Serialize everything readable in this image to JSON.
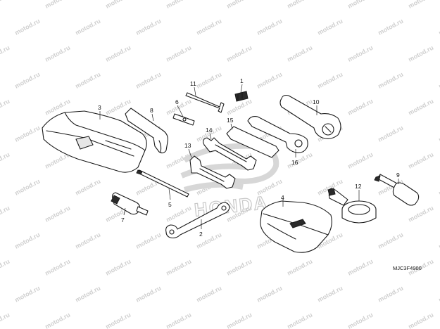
{
  "diagram": {
    "watermark_text": "motod.ru",
    "logo_text": "HONDA",
    "drawing_code": "MJC3F4900",
    "callouts": {
      "p1": "1",
      "p2": "2",
      "p3": "3",
      "p4": "4",
      "p5": "5",
      "p6": "6",
      "p7": "7",
      "p8": "8",
      "p9": "9",
      "p10": "10",
      "p11": "11",
      "p12": "12",
      "p13": "13",
      "p14": "14",
      "p15": "15",
      "p16": "16"
    }
  }
}
